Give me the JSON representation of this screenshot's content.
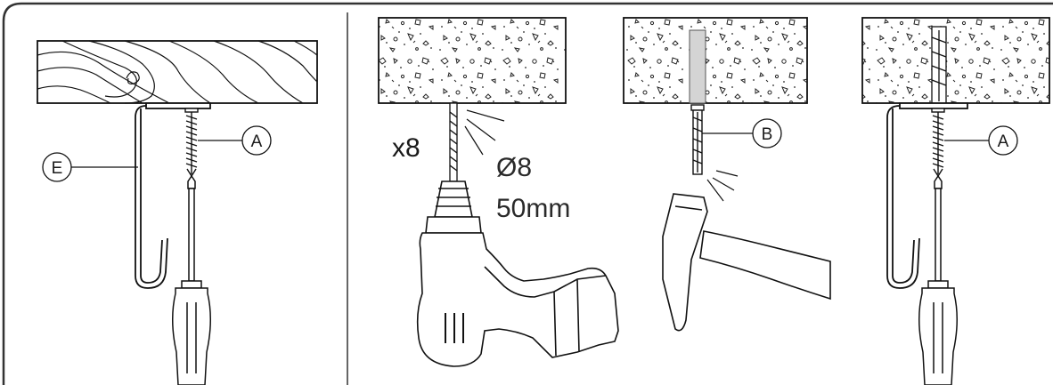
{
  "panels": {
    "wood_mount": {
      "callout_hook": "E",
      "callout_screw": "A"
    },
    "drilling": {
      "quantity": "x8",
      "drill_diameter": "Ø8",
      "drill_depth": "50mm"
    },
    "dowel_insert": {
      "callout_dowel": "B"
    },
    "concrete_mount": {
      "callout_screw": "A"
    }
  }
}
